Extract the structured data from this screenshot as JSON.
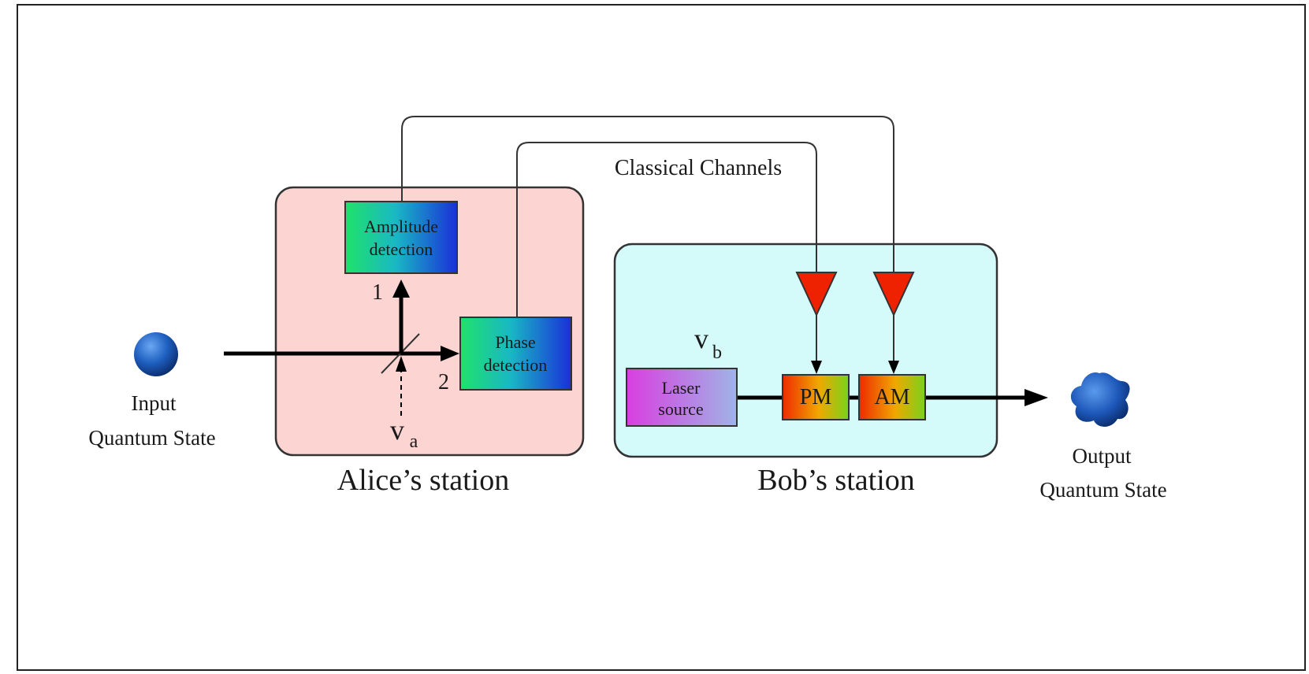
{
  "input": {
    "label_line1": "Input",
    "label_line2": "Quantum State"
  },
  "output": {
    "label_line1": "Output",
    "label_line2": "Quantum State"
  },
  "alice": {
    "station_label": "Alice’s station",
    "amplitude_line1": "Amplitude",
    "amplitude_line2": "detection",
    "phase_line1": "Phase",
    "phase_line2": "detection",
    "port1": "1",
    "port2": "2",
    "vacuum_symbol": "v",
    "vacuum_subscript": "a"
  },
  "bob": {
    "station_label": "Bob’s station",
    "laser_line1": "Laser",
    "laser_line2": "source",
    "pm_label": "PM",
    "am_label": "AM",
    "vacuum_symbol": "v",
    "vacuum_subscript": "b"
  },
  "channels": {
    "label": "Classical Channels"
  },
  "colors": {
    "alice_box": "#fcd4d2",
    "bob_box": "#d5fafa",
    "amplifier": "#ee2200",
    "input_sphere": "#1e5fc0"
  }
}
